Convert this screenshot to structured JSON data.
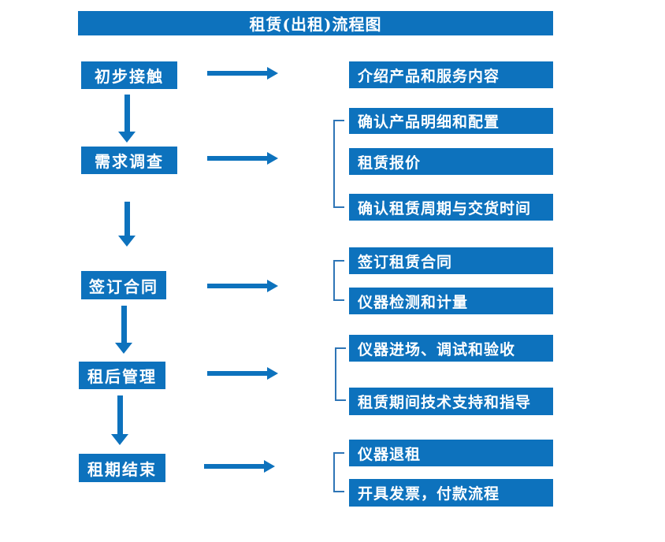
{
  "title": "租赁(出租)流程图",
  "colors": {
    "primary": "#0d72bd",
    "bracket": "#2e75b6",
    "box_text": "#ffffff",
    "background": "#ffffff"
  },
  "steps": [
    {
      "label": "初步接触",
      "outputs": [
        "介绍产品和服务内容"
      ]
    },
    {
      "label": "需求调查",
      "outputs": [
        "确认产品明细和配置",
        "租赁报价",
        "确认租赁周期与交货时间"
      ]
    },
    {
      "label": "签订合同",
      "outputs": [
        "签订租赁合同",
        "仪器检测和计量"
      ]
    },
    {
      "label": "租后管理",
      "outputs": [
        "仪器进场、调试和验收",
        "租赁期间技术支持和指导"
      ]
    },
    {
      "label": "租期结束",
      "outputs": [
        "仪器退租",
        "开具发票，付款流程"
      ]
    }
  ]
}
